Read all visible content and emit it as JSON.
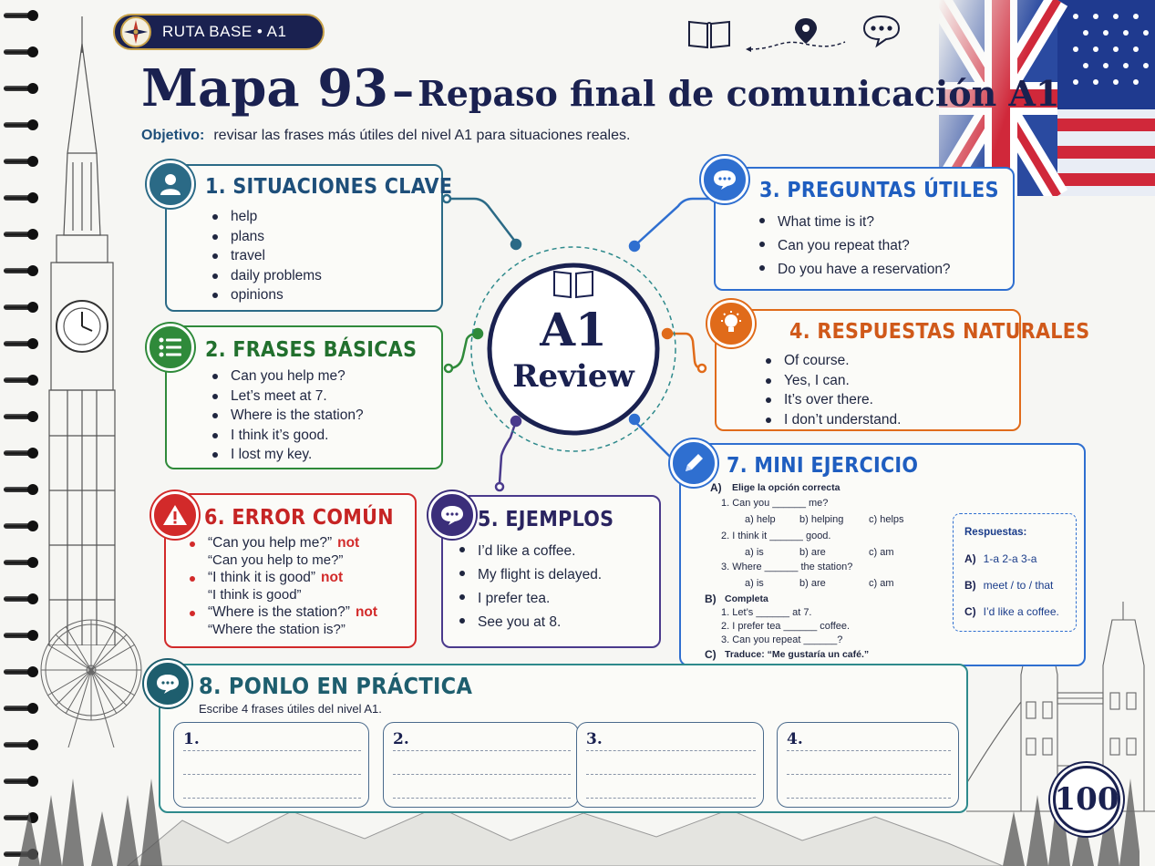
{
  "header": {
    "badge": "RUTA BASE • A1",
    "title_main": "Mapa 93",
    "title_dash": "–",
    "title_sub": "Repaso final de comunicación A1",
    "objective_label": "Objetivo:",
    "objective_text": "revisar las frases más útiles del nivel A1 para situaciones reales."
  },
  "hub": {
    "line1": "A1",
    "line2": "Review"
  },
  "cards": {
    "situaciones": {
      "title": "1. SITUACIONES CLAVE",
      "items": [
        "help",
        "plans",
        "travel",
        "daily problems",
        "opinions"
      ]
    },
    "frases": {
      "title": "2. FRASES BÁSICAS",
      "items": [
        "Can you help me?",
        "Let’s meet at 7.",
        "Where is the station?",
        "I think it’s good.",
        "I lost my key."
      ]
    },
    "preguntas": {
      "title": "3. PREGUNTAS ÚTILES",
      "items": [
        "What time is it?",
        "Can you repeat that?",
        "Do you have a reservation?"
      ]
    },
    "respuestas": {
      "title": "4. RESPUESTAS NATURALES",
      "items": [
        "Of course.",
        "Yes, I can.",
        "It’s over there.",
        "I don’t understand."
      ]
    },
    "ejemplos": {
      "title": "5. EJEMPLOS",
      "items": [
        "I’d like a coffee.",
        "My flight is delayed.",
        "I prefer tea.",
        "See you at 8."
      ]
    },
    "error": {
      "title": "6. ERROR COMÚN",
      "not": "not",
      "items": [
        {
          "right": "“Can you help me?”",
          "wrong": "“Can you help to me?”"
        },
        {
          "right": "“I think it is good”",
          "wrong": "“I think is good”"
        },
        {
          "right": "“Where is the station?”",
          "wrong": "“Where the station is?”"
        }
      ]
    },
    "mini": {
      "title": "7. MINI EJERCICIO",
      "a_label": "A)",
      "a_title": "Elige la opción correcta",
      "q1": "1.   Can you ______ me?",
      "q1_opts": [
        "a)  help",
        "b)  helping",
        "c)  helps"
      ],
      "q2": "2.   I think it ______ good.",
      "q2_opts": [
        "a)  is",
        "b)  are",
        "c)  am"
      ],
      "q3": "3.   Where ______ the station?",
      "q3_opts": [
        "a)  is",
        "b)  are",
        "c)  am"
      ],
      "b_label": "B)",
      "b_title": "Completa",
      "b1": "1.   Let’s ______ at 7.",
      "b2": "2.   I prefer tea ______ coffee.",
      "b3": "3.   Can you repeat ______?",
      "c_label": "C)",
      "c_text": "Traduce: “Me gustaría un café.”",
      "answers_title": "Respuestas:",
      "answers": [
        {
          "label": "A)",
          "text": "1-a  2-a  3-a"
        },
        {
          "label": "B)",
          "text": "meet / to / that"
        },
        {
          "label": "C)",
          "text": "I’d like a coffee."
        }
      ]
    },
    "practica": {
      "title": "8. PONLO EN PRÁCTICA",
      "subtitle": "Escribe 4 frases útiles del nivel A1.",
      "boxes": [
        "1.",
        "2.",
        "3.",
        "4."
      ]
    }
  },
  "page_number": "100",
  "colors": {
    "navy": "#1a2150",
    "teal": "#2b6a86",
    "green": "#2f8a3a",
    "blue": "#2f6fd0",
    "orange": "#e06b1a",
    "red": "#d22a2a",
    "purple": "#4a3a8c",
    "practice": "#2e8a8c"
  },
  "icons": [
    "compass-icon",
    "book-icon",
    "map-pin-icon",
    "speech-bubble-icon",
    "user-icon",
    "list-icon",
    "chat-icon",
    "lightbulb-icon",
    "pencil-icon",
    "warning-icon"
  ]
}
